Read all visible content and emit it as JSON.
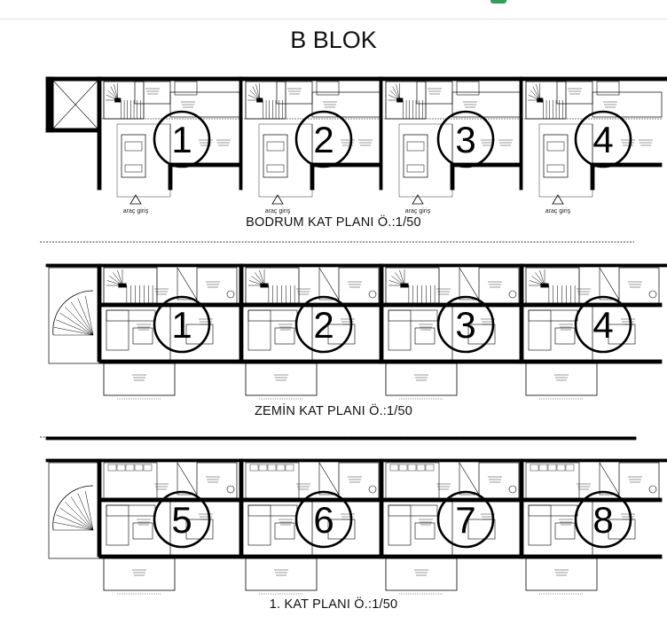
{
  "title": "B BLOK",
  "floors": [
    {
      "caption": "BODRUM KAT PLANI Ö.:1/50",
      "units": [
        "1",
        "2",
        "3",
        "4"
      ],
      "entry_label": "araç giriş"
    },
    {
      "caption": "ZEMİN KAT PLANI Ö.:1/50",
      "units": [
        "1",
        "2",
        "3",
        "4"
      ]
    },
    {
      "caption": "1. KAT PLANI Ö.:1/50",
      "units": [
        "5",
        "6",
        "7",
        "8"
      ]
    }
  ],
  "colors": {
    "line": "#000000",
    "accent": "#3a9b5c"
  }
}
